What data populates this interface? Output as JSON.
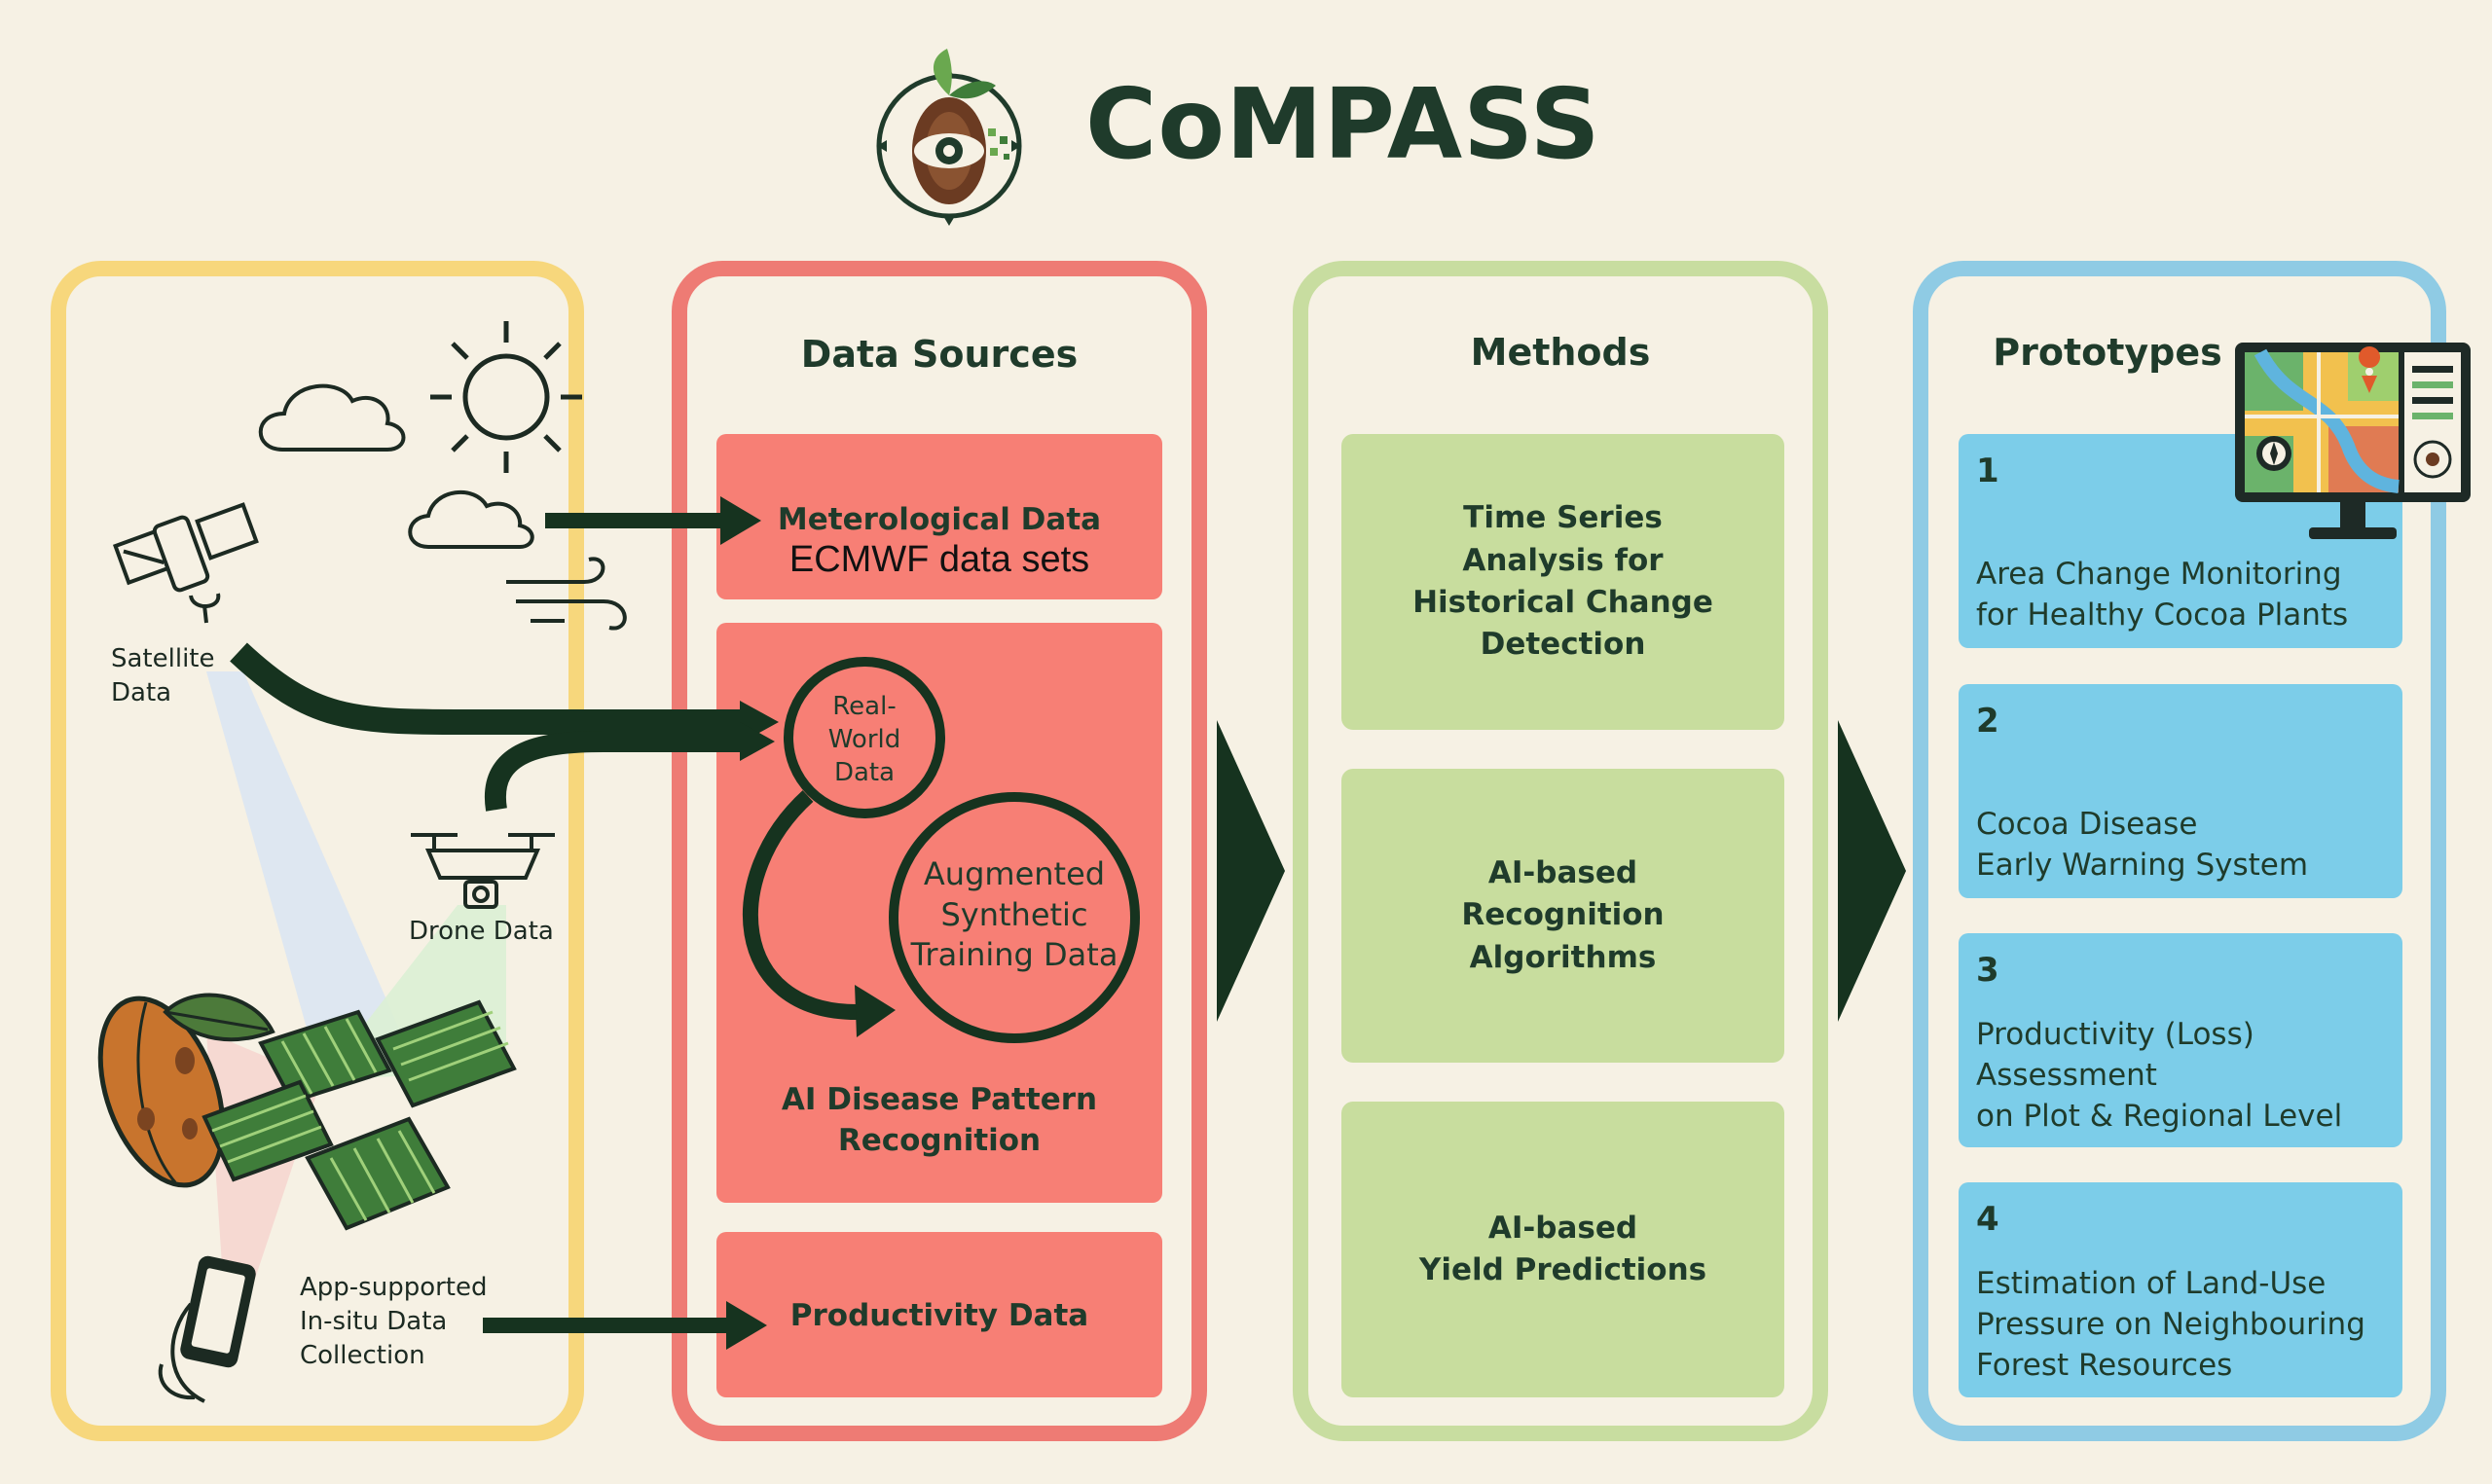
{
  "header": {
    "title": "CoMPASS",
    "logo_icon": "cocoa-eye-compass-logo"
  },
  "inputs_panel": {
    "satellite_label": "Satellite\nData",
    "drone_label": "Drone Data",
    "app_label": "App-supported\nIn-situ Data\nCollection"
  },
  "data_sources": {
    "title": "Data Sources",
    "meteo": {
      "title": "Meterological Data",
      "subtitle": "ECMWF data sets"
    },
    "ai_disease": {
      "real_world": "Real-\nWorld\nData",
      "synthetic": "Augmented\nSynthetic\nTraining Data",
      "title": "AI Disease Pattern\nRecognition"
    },
    "productivity": {
      "title": "Productivity Data"
    }
  },
  "methods": {
    "title": "Methods",
    "items": [
      "Time Series\nAnalysis for\nHistorical Change\nDetection",
      "AI-based\nRecognition\nAlgorithms",
      "AI-based\nYield Predictions"
    ]
  },
  "prototypes": {
    "title": "Prototypes",
    "items": [
      {
        "number": "1",
        "text": "Area Change Monitoring\nfor Healthy Cocoa Plants"
      },
      {
        "number": "2",
        "text": "Cocoa Disease\nEarly Warning System"
      },
      {
        "number": "3",
        "text": "Productivity (Loss)\nAssessment\non Plot & Regional Level"
      },
      {
        "number": "4",
        "text": "Estimation of Land-Use\nPressure on Neighbouring\nForest Resources"
      }
    ]
  },
  "colors": {
    "yellow": "#f7d77c",
    "red": "#ee7b74",
    "green": "#c8dda0",
    "blue": "#8fcbe4",
    "dark": "#1f3b2b"
  }
}
